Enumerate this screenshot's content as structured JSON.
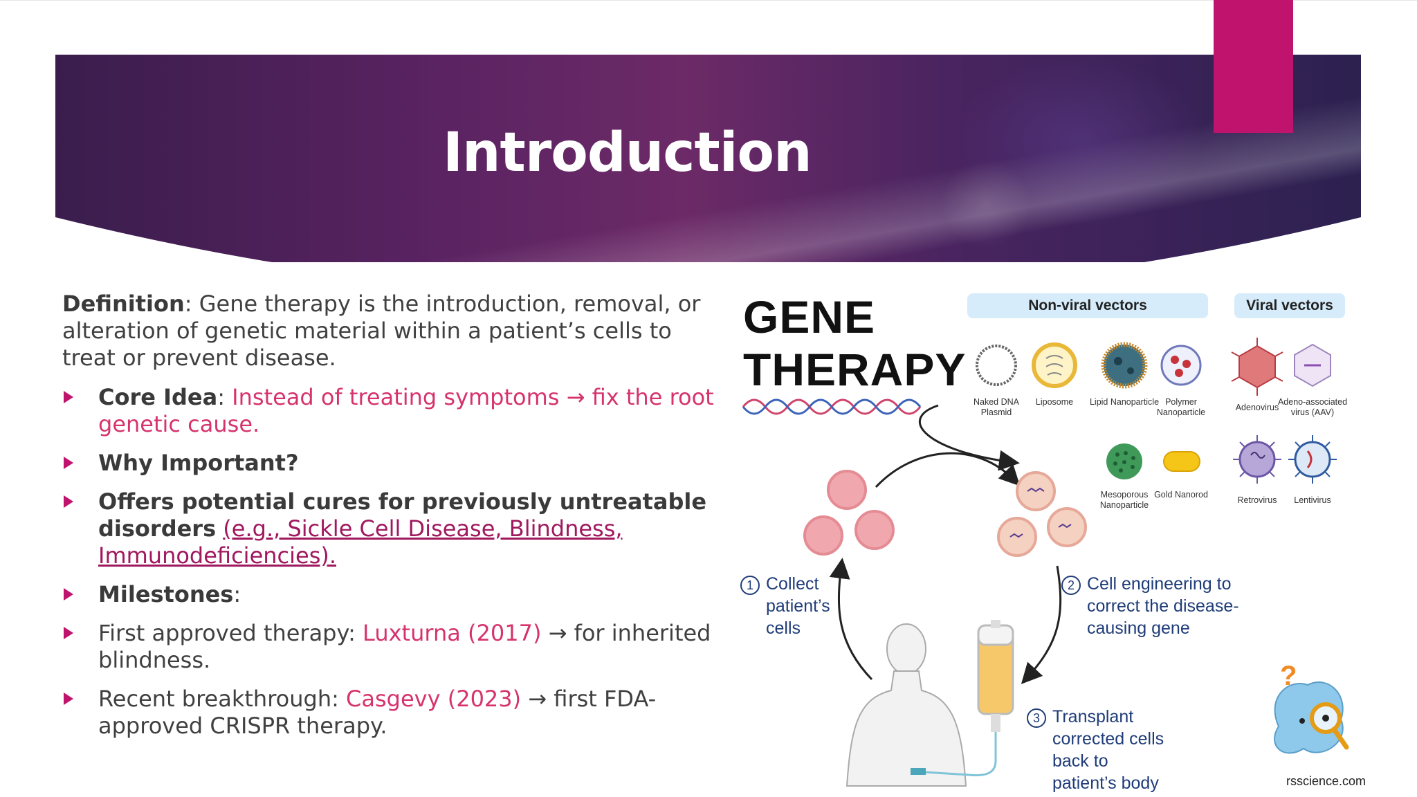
{
  "slide": {
    "title": "Introduction"
  },
  "content": {
    "definition_label": "Definition",
    "definition_text": ": Gene therapy is the introduction, removal, or alteration of genetic material within a patient’s cells to treat or prevent disease.",
    "bullets": [
      {
        "label": "Core Idea",
        "sep": ": ",
        "highlight": "Instead of treating symptoms → fix the root genetic cause."
      },
      {
        "label": "Why Important?"
      },
      {
        "label": "Offers potential cures for previously untreatable disorders",
        "link": "(e.g., Sickle Cell Disease, Blindness, Immunodeficiencies)."
      },
      {
        "label": "Milestones",
        "sep": ":"
      },
      {
        "prefix": "First approved therapy: ",
        "highlight": "Luxturna (2017)",
        "suffix": " → for inherited blindness."
      },
      {
        "prefix": "Recent breakthrough: ",
        "highlight": "Casgevy (2023)",
        "suffix": " → first FDA-approved CRISPR therapy."
      }
    ]
  },
  "figure": {
    "title_line1": "GENE",
    "title_line2": "THERAPY",
    "nonviral_header": "Non-viral vectors",
    "viral_header": "Viral vectors",
    "vectors": {
      "naked_dna": "Naked DNA Plasmid",
      "liposome": "Liposome",
      "lipid_np": "Lipid Nanoparticle",
      "polymer_np": "Polymer Nanoparticle",
      "mesoporous_np": "Mesoporous Nanoparticle",
      "gold_nanorod": "Gold Nanorod",
      "adenovirus": "Adenovirus",
      "aav": "Adeno-associated virus (AAV)",
      "retrovirus": "Retrovirus",
      "lentivirus": "Lentivirus"
    },
    "steps": [
      {
        "num": "1",
        "text": "Collect patient’s cells"
      },
      {
        "num": "2",
        "text": "Cell engineering to correct the disease-causing gene"
      },
      {
        "num": "3",
        "text": "Transplant corrected cells back to patient’s body"
      }
    ],
    "credit": "rsscience.com"
  },
  "colors": {
    "accent": "#c0136e",
    "highlight": "#d6336c",
    "step_text": "#1f3c78",
    "pill": "#d6ecfa"
  }
}
